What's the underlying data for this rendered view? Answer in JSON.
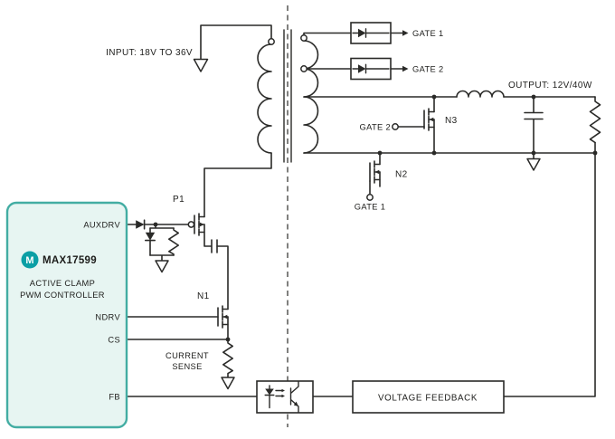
{
  "figure": {
    "type": "active-clamp-forward-converter-circuit",
    "background": "#ffffff"
  },
  "palette": {
    "teal_border": "#43ada3",
    "teal_fill": "#e7f5f2",
    "logo_teal": "#0b9fa5",
    "wire": "#2a2a28",
    "text": "#1d1d1b"
  },
  "controller": {
    "logo_letter": "M",
    "part_number": "MAX17599",
    "description_line1": "ACTIVE CLAMP",
    "description_line2": "PWM CONTROLLER",
    "pins": {
      "auxdrv": "AUXDRV",
      "ndrv": "NDRV",
      "cs": "CS",
      "fb": "FB"
    }
  },
  "labels": {
    "input": "INPUT: 18V TO 36V",
    "output": "OUTPUT: 12V/40W",
    "gate1_signal": "GATE 1",
    "gate2_signal": "GATE 2",
    "gate2_n3_tag": "GATE 2",
    "gate1_n2_tag": "GATE 1",
    "current_sense_line1": "CURRENT",
    "current_sense_line2": "SENSE",
    "voltage_feedback": "VOLTAGE FEEDBACK",
    "transistors": {
      "p1": "P1",
      "n1": "N1",
      "n2": "N2",
      "n3": "N3"
    }
  }
}
